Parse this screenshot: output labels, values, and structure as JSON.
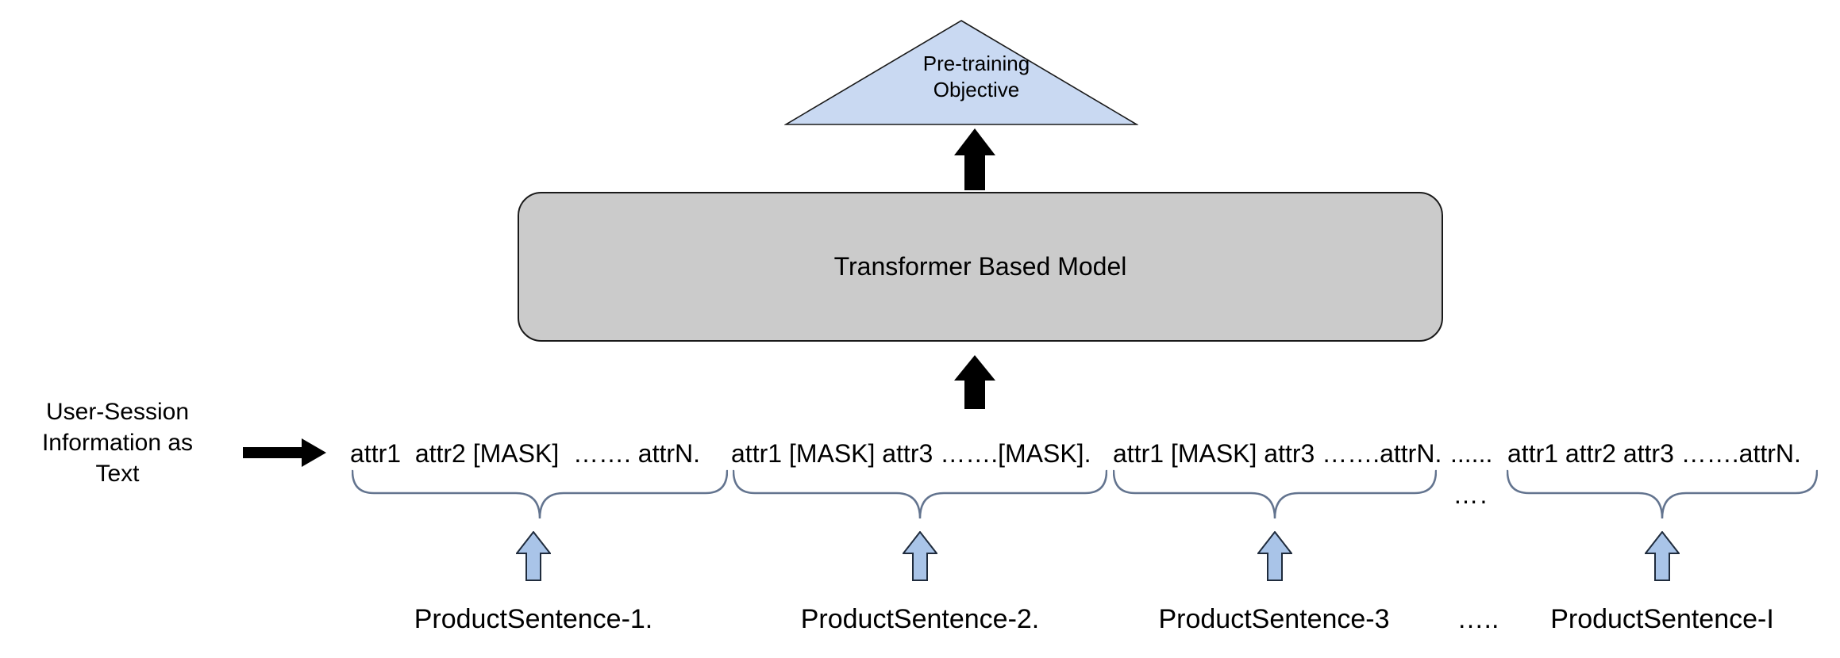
{
  "diagram": {
    "pretraining_objective_label": "Pre-training\nObjective",
    "model_label": "Transformer Based Model",
    "input_label": "User-Session\nInformation as\nText",
    "sequence": {
      "segments": [
        {
          "text": "attr1  attr2 [MASK]  ……. attrN.",
          "label": "ProductSentence-1."
        },
        {
          "text": "attr1 [MASK] attr3 …….[MASK].",
          "label": "ProductSentence-2."
        },
        {
          "text": "attr1 [MASK] attr3 …….attrN.",
          "label": "ProductSentence-3"
        },
        {
          "text": "attr1 attr2 attr3 …….attrN.",
          "label": "ProductSentence-I"
        }
      ],
      "separator_text_line": "......",
      "separator_braces": "….",
      "separator_labels": "….."
    },
    "colors": {
      "triangle_fill": "#c9d9f2",
      "box_fill": "#cbcbcb",
      "brace_stroke": "#63748f",
      "blue_arrow_fill": "#a9c4e8",
      "black": "#000000"
    }
  }
}
